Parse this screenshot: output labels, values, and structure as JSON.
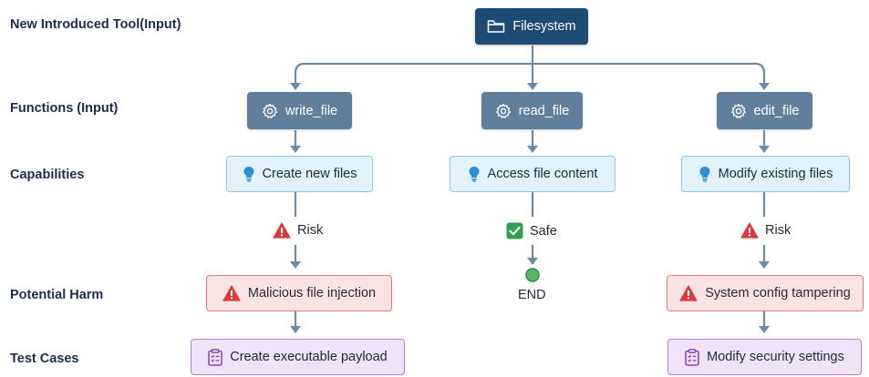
{
  "rows": {
    "tool": "New Introduced Tool(Input)",
    "functions": "Functions (Input)",
    "capabilities": "Capabilities",
    "harm": "Potential Harm",
    "tests": "Test Cases"
  },
  "tool": {
    "label": "Filesystem",
    "icon": "folder-icon"
  },
  "functions": [
    {
      "label": "write_file",
      "icon": "gear-icon"
    },
    {
      "label": "read_file",
      "icon": "gear-icon"
    },
    {
      "label": "edit_file",
      "icon": "gear-icon"
    }
  ],
  "capabilities": [
    {
      "label": "Create new files",
      "icon": "lightbulb-icon"
    },
    {
      "label": "Access file content",
      "icon": "lightbulb-icon"
    },
    {
      "label": "Modify existing files",
      "icon": "lightbulb-icon"
    }
  ],
  "assessments": [
    {
      "label": "Risk",
      "icon": "warning-icon"
    },
    {
      "label": "Safe",
      "icon": "check-icon"
    },
    {
      "label": "Risk",
      "icon": "warning-icon"
    }
  ],
  "end": {
    "label": "END"
  },
  "harms": [
    {
      "label": "Malicious file injection",
      "icon": "warning-icon"
    },
    {
      "label": "System config tampering",
      "icon": "warning-icon"
    }
  ],
  "tests": [
    {
      "label": "Create executable payload",
      "icon": "clipboard-icon"
    },
    {
      "label": "Modify security settings",
      "icon": "clipboard-icon"
    }
  ],
  "colors": {
    "tool": "#1e4b73",
    "function": "#5f7f9d",
    "capability": "#e3f1fb",
    "harm": "#fbe3e3",
    "test": "#efe3f8",
    "connector": "#6f8aa5",
    "risk": "#d93b3b",
    "safe": "#2e9e4f"
  }
}
